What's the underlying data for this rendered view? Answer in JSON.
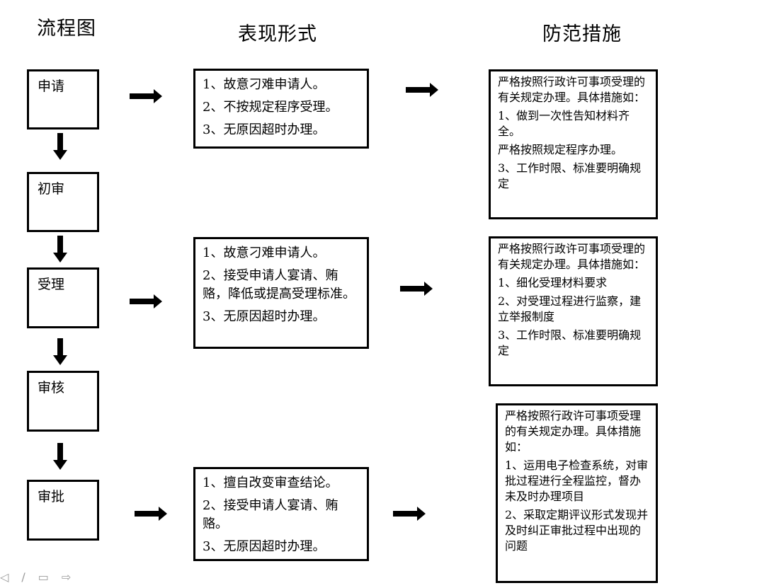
{
  "headers": {
    "flow": "流程图",
    "symptoms": "表现形式",
    "prevention": "防范措施"
  },
  "steps": [
    "申请",
    "初审",
    "受理",
    "审核",
    "审批"
  ],
  "symptom_groups": [
    [
      "1、故意刁难申请人。",
      "2、不按规定程序受理。",
      "3、无原因超时办理。"
    ],
    [
      "1、故意刁难申请人。",
      "2、接受申请人宴请、贿赂，降低或提高受理标准。",
      "3、无原因超时办理。"
    ],
    [
      "1、擅自改变审查结论。",
      "2、接受申请人宴请、贿赂。",
      "3、无原因超时办理。"
    ]
  ],
  "prevention_groups": [
    [
      "严格按照行政许可事项受理的有关规定办理。具体措施如：",
      "1、做到一次性告知材料齐全。",
      "严格按照规定程序办理。",
      "3、工作时限、标准要明确规定"
    ],
    [
      "严格按照行政许可事项受理的有关规定办理。具体措施如：",
      "1、细化受理材料要求",
      "2、对受理过程进行监察，建立举报制度",
      "3、工作时限、标准要明确规定"
    ],
    [
      "严格按照行政许可事项受理的有关规定办理。具体措施如：",
      "1、运用电子检查系统，对审批过程进行全程监控，督办未及时办理项目",
      "2、采取定期评议形式发现并及时纠正审批过程中出现的问题"
    ]
  ],
  "toolbar_icons": [
    "prev-icon",
    "pen-icon",
    "menu-icon",
    "next-icon"
  ]
}
